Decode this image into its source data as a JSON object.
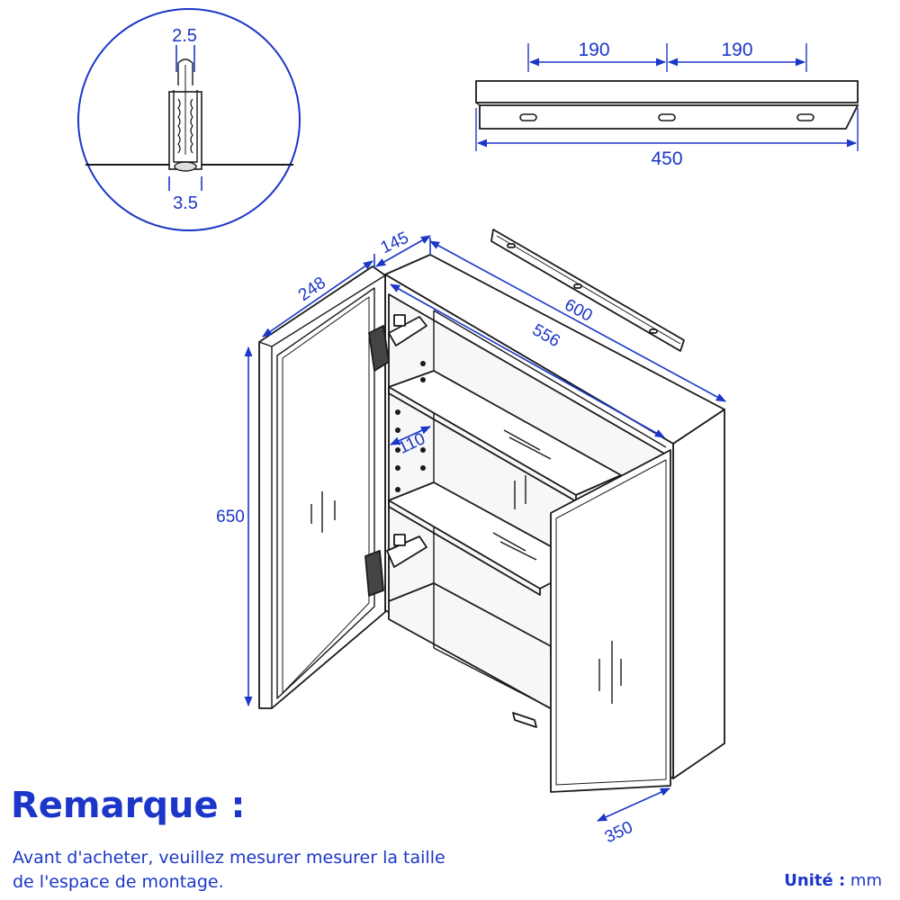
{
  "colors": {
    "annotation": "#1b36c8",
    "line": "#1a1a1a"
  },
  "detail": {
    "top_dim": "2.5",
    "bottom_dim": "3.5"
  },
  "rail": {
    "dim_left": "190",
    "dim_right": "190",
    "dim_total": "450"
  },
  "cabinet": {
    "depth": "145",
    "door_width": "248",
    "total_width": "600",
    "inner_width": "556",
    "height": "650",
    "shelf_depth": "110",
    "door_right": "350"
  },
  "remark": {
    "title": "Remarque :",
    "line1": "Avant d'acheter, veuillez mesurer mesurer la taille",
    "line2": "de l'espace de montage."
  },
  "unit": {
    "label": "Unité :",
    "value": "mm"
  }
}
